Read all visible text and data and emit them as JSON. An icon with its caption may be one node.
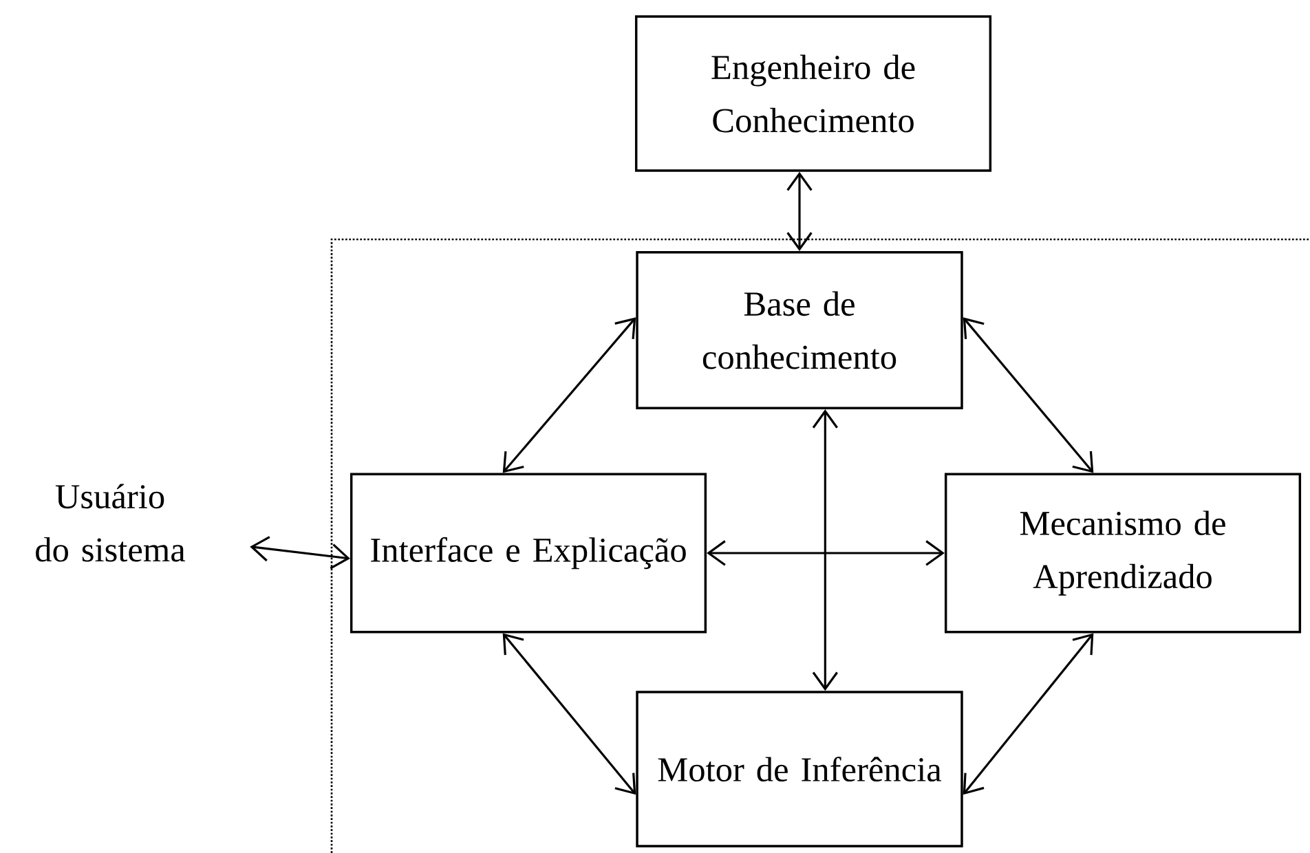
{
  "diagram": {
    "nodes": [
      {
        "text": [
          "Engenheiro de Conhecimento"
        ]
      },
      {
        "text": [
          "Base de conhecimento"
        ]
      },
      {
        "text": [
          "Usuário do sistema"
        ]
      },
      {
        "text": [
          "Interface e Explicação"
        ]
      },
      {
        "text": [
          "Mecanismo de Aprendizado"
        ]
      },
      {
        "text": [
          "Motor de Inferência"
        ]
      }
    ],
    "edges": [
      {
        "from": 0,
        "to": 1,
        "arrow": "both"
      },
      {
        "from": 1,
        "to": 3,
        "arrow": "both"
      },
      {
        "from": 2,
        "to": 3,
        "arrow": "both"
      },
      {
        "from": 3,
        "to": 4,
        "arrow": "both"
      },
      {
        "from": 1,
        "to": 5,
        "arrow": "both"
      },
      {
        "from": 1,
        "to": 4,
        "arrow": "both"
      },
      {
        "from": 3,
        "to": 5,
        "arrow": "both"
      },
      {
        "from": 4,
        "to": 5,
        "arrow": "both"
      }
    ]
  }
}
